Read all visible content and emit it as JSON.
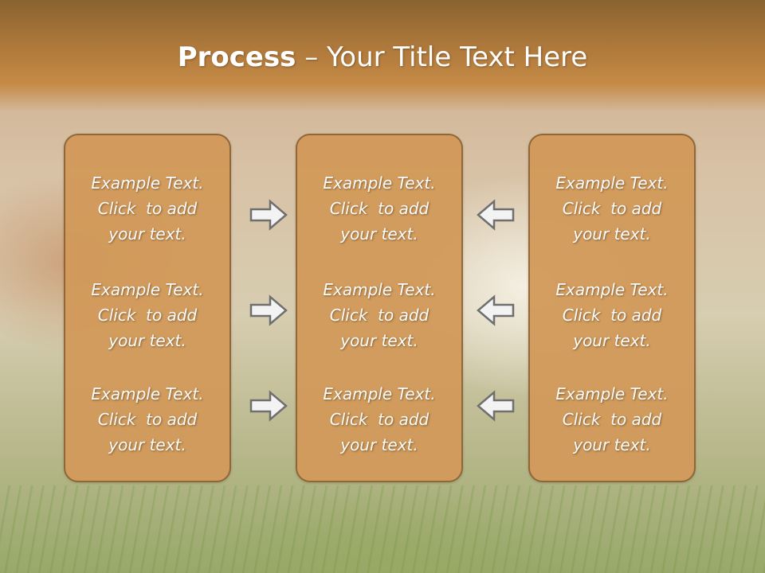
{
  "slide": {
    "title_bold": "Process",
    "title_rest": " – Your Title Text Here"
  },
  "columns": [
    {
      "blocks": [
        {
          "line1": "Example Text.",
          "line2": "Click  to add",
          "line3": "your text."
        },
        {
          "line1": "Example Text.",
          "line2": "Click  to add",
          "line3": "your text."
        },
        {
          "line1": "Example Text.",
          "line2": "Click  to add",
          "line3": "your text."
        }
      ]
    },
    {
      "blocks": [
        {
          "line1": "Example Text.",
          "line2": "Click  to add",
          "line3": "your text."
        },
        {
          "line1": "Example Text.",
          "line2": "Click  to add",
          "line3": "your text."
        },
        {
          "line1": "Example Text.",
          "line2": "Click  to add",
          "line3": "your text."
        }
      ]
    },
    {
      "blocks": [
        {
          "line1": "Example Text.",
          "line2": "Click  to add",
          "line3": "your text."
        },
        {
          "line1": "Example Text.",
          "line2": "Click  to add",
          "line3": "your text."
        },
        {
          "line1": "Example Text.",
          "line2": "Click  to add",
          "line3": "your text."
        }
      ]
    }
  ],
  "arrows": {
    "left_group": "right-arrow-icon",
    "right_group": "left-arrow-icon"
  },
  "colors": {
    "title_bar": "#b07a3c",
    "box_fill": "#d29a5a",
    "box_border": "#8d6334",
    "text": "#ffffff"
  }
}
